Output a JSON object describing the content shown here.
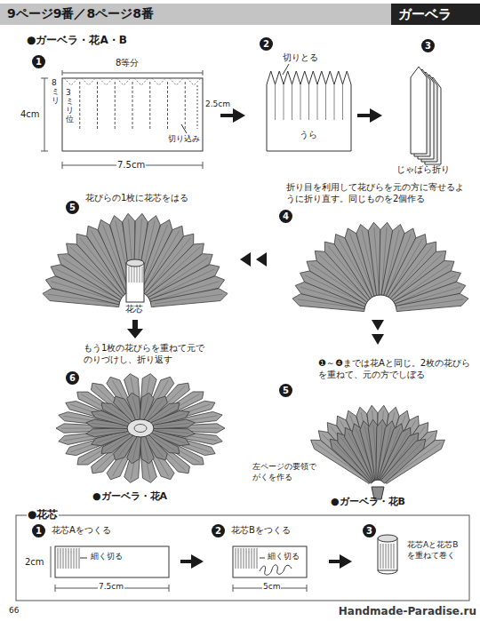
{
  "diagram": {
    "nodes": [
      {
        "text": [
          "9ページ9番／8ページ8番"
        ]
      },
      {
        "text": [
          "ガーベラ"
        ]
      }
    ],
    "labels": [
      "●ガーベラ・花A・B",
      "1",
      "8等分",
      "8ミリ",
      "3ミリ位",
      "2.5cm",
      "4cm",
      "切り込み",
      "7.5cm",
      "2",
      "切りとる",
      "うら",
      "3",
      "じゃばら折り",
      "4",
      "折り目を利用して花びらを元の方に寄せるように折り直す。同じものを2個作る",
      "5",
      "花びらの1枚に花芯をはる",
      "花芯",
      "もう1枚の花びらを重ねて元でのりづけし、折り返す",
      "6",
      "●ガーベラ・花A",
      "❶～❹までは花Aと同じ。2枚の花びらを重ねて、元の方でしぼる",
      "5",
      "左ページの要領でがくを作る",
      "●ガーベラ・花B",
      "●花芯",
      "1",
      "花芯Aをつくる",
      "細く切る",
      "2cm",
      "7.5cm",
      "2",
      "花芯Bをつくる",
      "細く切る",
      "5cm",
      "3",
      "花芯Aと花芯Bを重ねて巻く",
      "66",
      "Handmade-Paradise.ru"
    ]
  }
}
